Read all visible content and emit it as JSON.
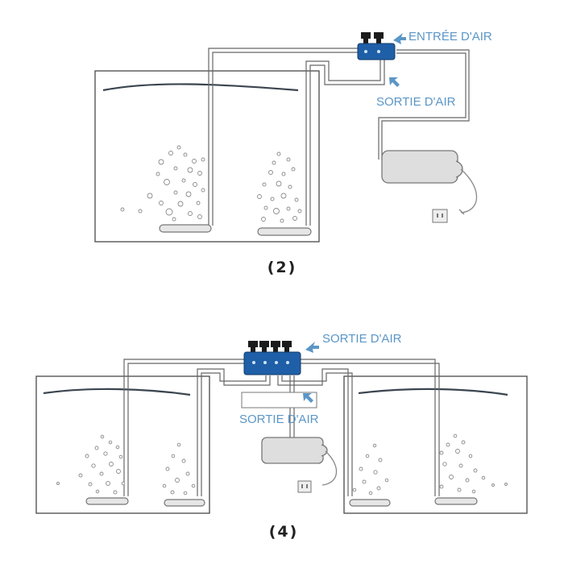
{
  "diagram_1": {
    "caption": "(2)",
    "label_air_in": "ENTRÉE D'AIR",
    "label_air_out": "SORTIE D'AIR"
  },
  "diagram_2": {
    "caption": "(4)",
    "label_air_out_top": "SORTIE D'AIR",
    "label_air_out_bottom": "SORTIE D'AIR"
  },
  "colors": {
    "label_blue": "#5b96c6",
    "manifold_blue": "#1f5fa8",
    "outline_gray": "#555555",
    "pump_gray": "#dedede"
  },
  "icons": [
    "air-manifold-icon",
    "air-pump-icon",
    "power-outlet-icon",
    "air-stone-icon",
    "arrow-icon"
  ]
}
